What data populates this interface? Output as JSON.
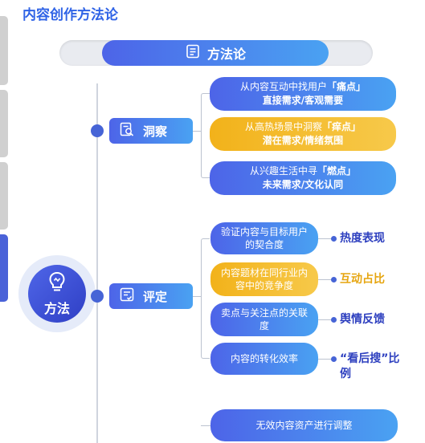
{
  "page_title": "内容创作方法论",
  "header": {
    "label": "方法论",
    "icon": "document-list-icon"
  },
  "center": {
    "label": "方法",
    "icon": "lightbulb-icon"
  },
  "categories": [
    {
      "label": "洞察",
      "icon": "magnifier-document-icon"
    },
    {
      "label": "评定",
      "icon": "checklist-icon"
    }
  ],
  "insight_items": [
    {
      "line1_prefix": "从内容互动中找用户",
      "highlight": "「痛点」",
      "line2": "直接需求/客观需要",
      "color": "blue"
    },
    {
      "line1_prefix": "从高热场景中洞察",
      "highlight": "「痒点」",
      "line2": "潜在需求/情绪氛围",
      "color": "yellow"
    },
    {
      "line1_prefix": "从兴趣生活中寻",
      "highlight": "「燃点」",
      "line2": "未来需求/文化认同",
      "color": "blue"
    }
  ],
  "evaluation_items": [
    {
      "text": "验证内容与目标用户的契合度",
      "color": "blue",
      "result": "热度表现",
      "result_color": "#2d3fbf"
    },
    {
      "text": "内容题材在同行业内容中的竞争度",
      "color": "yellow",
      "result": "互动占比",
      "result_color": "#e6a50f"
    },
    {
      "text": "卖点与关注点的关联度",
      "color": "blue",
      "result": "舆情反馈",
      "result_color": "#2d3fbf"
    },
    {
      "text": "内容的转化效率",
      "color": "blue",
      "result": "“看后搜”比例",
      "result_color": "#2d3fbf"
    }
  ],
  "bottom_item": {
    "text": "无效内容资产进行调整",
    "color": "blue"
  },
  "colors": {
    "title": "#2f63e6",
    "accent_blue": "#4d64e8",
    "accent_yellow": "#f2b21a",
    "result_blue": "#2d3fbf"
  }
}
